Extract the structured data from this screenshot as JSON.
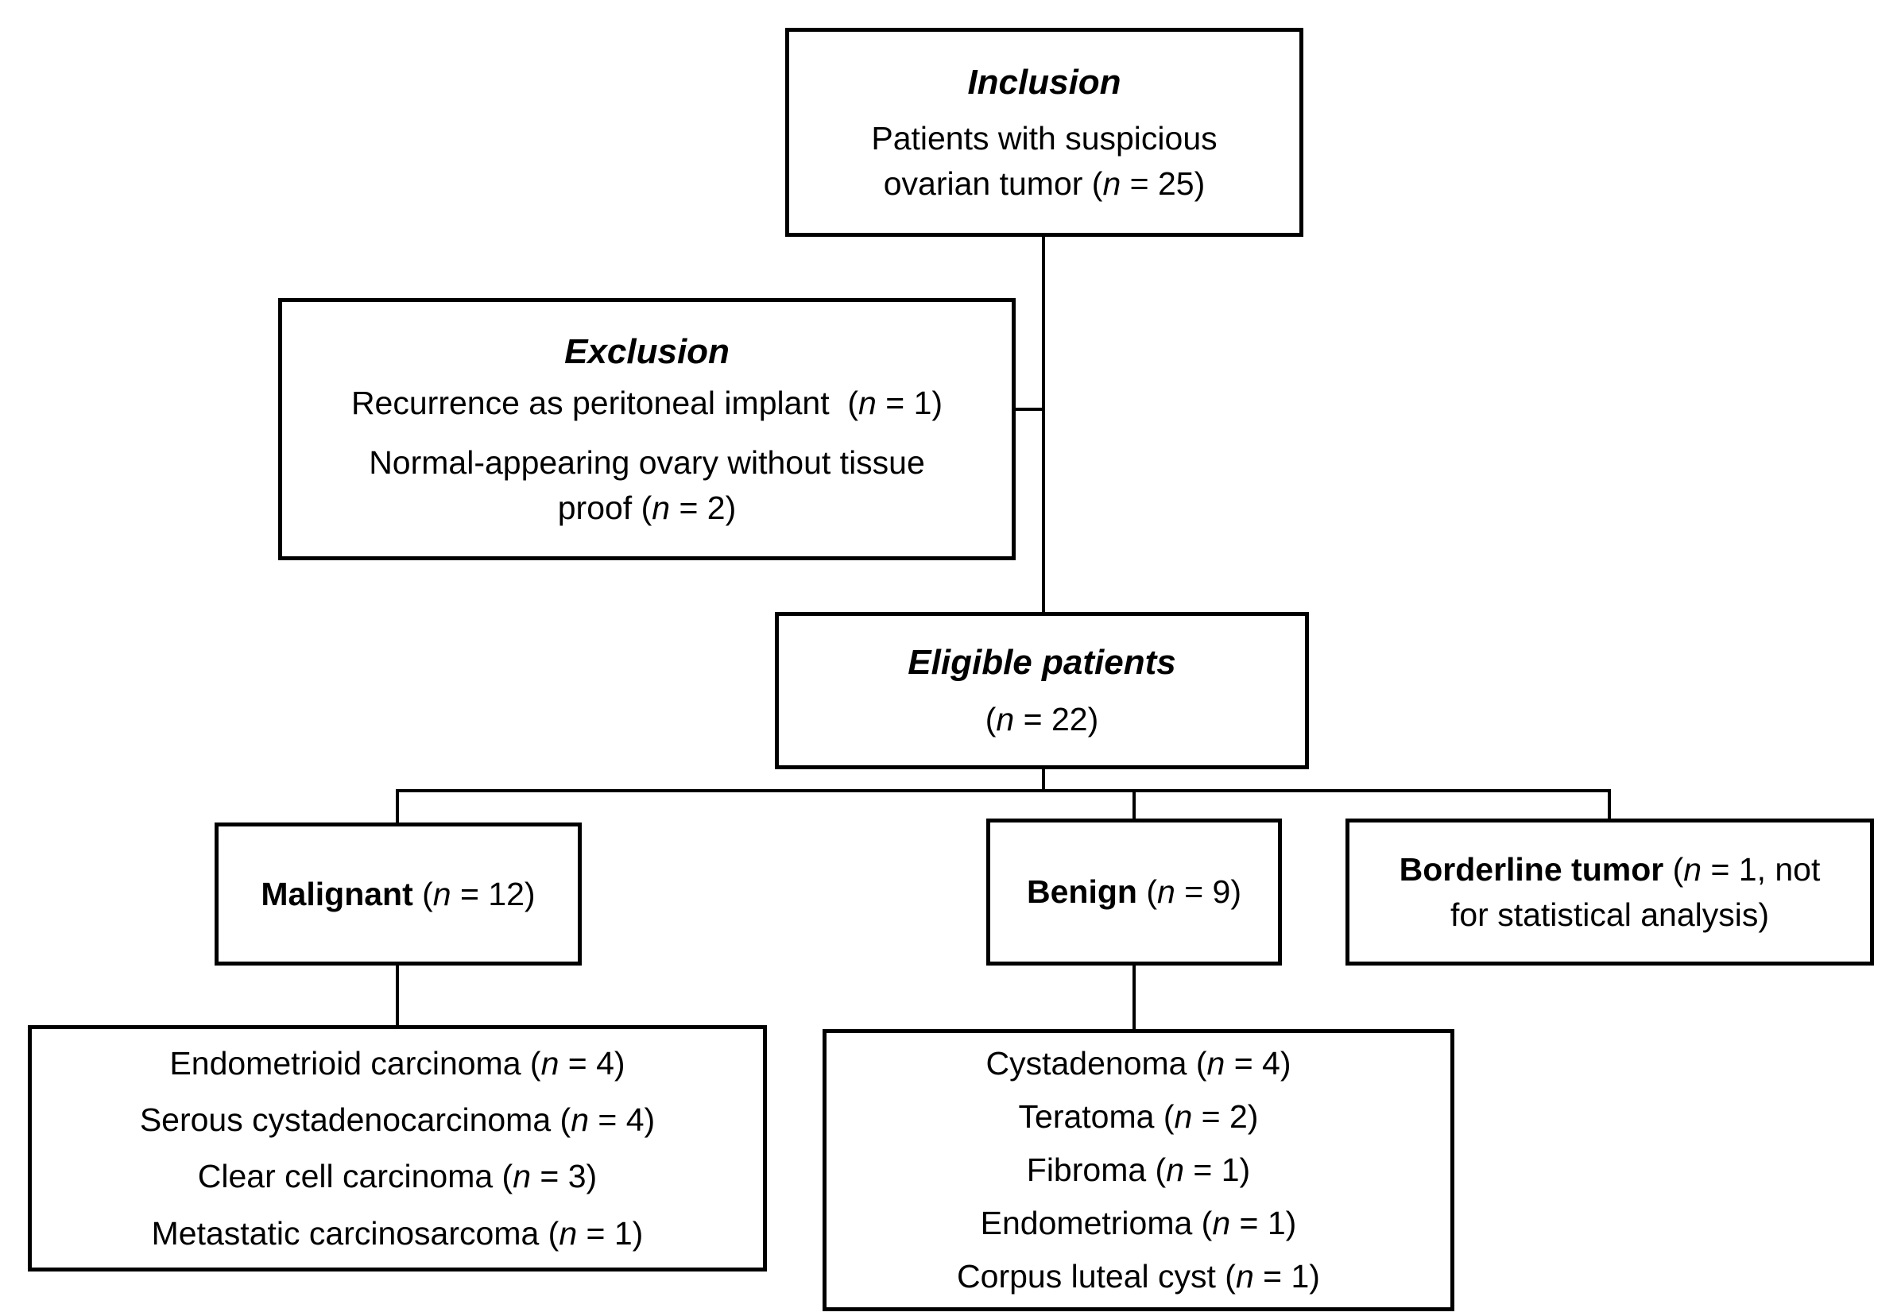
{
  "canvas": {
    "background_color": "#ffffff",
    "border_color": "#000000",
    "text_color": "#000000"
  },
  "boxes": {
    "inclusion": {
      "lines": [
        {
          "role": "title",
          "segments": [
            {
              "text": "Inclusion",
              "bold": true,
              "italic": true
            }
          ]
        },
        {
          "segments": [
            {
              "text": "Patients with suspicious"
            }
          ]
        },
        {
          "segments": [
            {
              "text": "ovarian tumor ("
            },
            {
              "text": "n",
              "italic": true
            },
            {
              "text": " = 25)"
            }
          ]
        }
      ]
    },
    "exclusion": {
      "lines": [
        {
          "role": "title",
          "segments": [
            {
              "text": "Exclusion",
              "bold": true,
              "italic": true
            }
          ]
        },
        {
          "segments": [
            {
              "text": "Recurrence as peritoneal implant  ("
            },
            {
              "text": "n",
              "italic": true
            },
            {
              "text": " = 1)"
            }
          ]
        },
        {
          "role": "spaced",
          "segments": [
            {
              "text": "Normal-appearing ovary without tissue"
            }
          ]
        },
        {
          "segments": [
            {
              "text": "proof ("
            },
            {
              "text": "n",
              "italic": true
            },
            {
              "text": " = 2)"
            }
          ]
        }
      ]
    },
    "eligible": {
      "lines": [
        {
          "role": "title",
          "segments": [
            {
              "text": "Eligible patients",
              "bold": true,
              "italic": true
            }
          ]
        },
        {
          "segments": [
            {
              "text": "("
            },
            {
              "text": "n",
              "italic": true
            },
            {
              "text": " = 22)"
            }
          ]
        }
      ]
    },
    "malignant": {
      "lines": [
        {
          "segments": [
            {
              "text": "Malignant",
              "bold": true
            },
            {
              "text": " ("
            },
            {
              "text": "n",
              "italic": true
            },
            {
              "text": " = 12)"
            }
          ]
        }
      ]
    },
    "benign": {
      "lines": [
        {
          "segments": [
            {
              "text": "Benign",
              "bold": true
            },
            {
              "text": " ("
            },
            {
              "text": "n",
              "italic": true
            },
            {
              "text": " = 9)"
            }
          ]
        }
      ]
    },
    "borderline": {
      "lines": [
        {
          "segments": [
            {
              "text": "Borderline tumor",
              "bold": true
            },
            {
              "text": " ("
            },
            {
              "text": "n",
              "italic": true
            },
            {
              "text": " = 1, not"
            }
          ]
        },
        {
          "segments": [
            {
              "text": "for statistical analysis)"
            }
          ]
        }
      ]
    },
    "malignant_subtypes": {
      "lines": [
        {
          "segments": [
            {
              "text": "Endometrioid carcinoma ("
            },
            {
              "text": "n",
              "italic": true
            },
            {
              "text": " = 4)"
            }
          ]
        },
        {
          "segments": [
            {
              "text": "Serous cystadenocarcinoma ("
            },
            {
              "text": "n",
              "italic": true
            },
            {
              "text": " = 4)"
            }
          ]
        },
        {
          "segments": [
            {
              "text": "Clear cell carcinoma ("
            },
            {
              "text": "n",
              "italic": true
            },
            {
              "text": " = 3)"
            }
          ]
        },
        {
          "segments": [
            {
              "text": "Metastatic carcinosarcoma ("
            },
            {
              "text": "n",
              "italic": true
            },
            {
              "text": " = 1)"
            }
          ]
        }
      ]
    },
    "benign_subtypes": {
      "lines": [
        {
          "segments": [
            {
              "text": "Cystadenoma ("
            },
            {
              "text": "n",
              "italic": true
            },
            {
              "text": " = 4)"
            }
          ]
        },
        {
          "segments": [
            {
              "text": "Teratoma ("
            },
            {
              "text": "n",
              "italic": true
            },
            {
              "text": " = 2)"
            }
          ]
        },
        {
          "segments": [
            {
              "text": "Fibroma ("
            },
            {
              "text": "n",
              "italic": true
            },
            {
              "text": " = 1)"
            }
          ]
        },
        {
          "segments": [
            {
              "text": "Endometrioma ("
            },
            {
              "text": "n",
              "italic": true
            },
            {
              "text": " = 1)"
            }
          ]
        },
        {
          "segments": [
            {
              "text": "Corpus luteal cyst ("
            },
            {
              "text": "n",
              "italic": true
            },
            {
              "text": " = 1)"
            }
          ]
        }
      ]
    }
  }
}
